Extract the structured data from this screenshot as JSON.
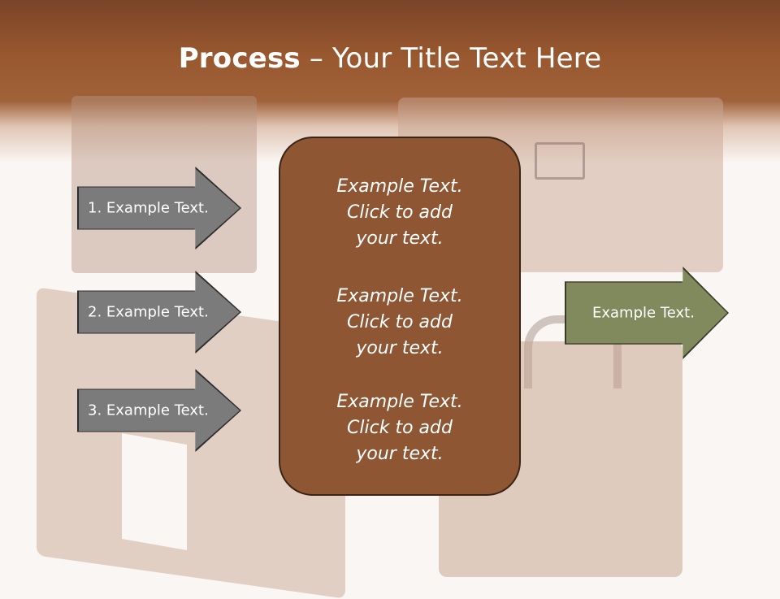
{
  "slide": {
    "title_bold": "Process",
    "title_rest": " – Your Title Text Here"
  },
  "process_steps": [
    {
      "label": "1. Example Text."
    },
    {
      "label": "2. Example Text."
    },
    {
      "label": "3. Example Text."
    }
  ],
  "output_step": {
    "label": "Example Text."
  },
  "center_box": {
    "paragraphs": [
      {
        "line1": "Example Text.",
        "line2": "Click  to add",
        "line3": "your text."
      },
      {
        "line1": "Example Text.",
        "line2": "Click  to add",
        "line3": "your text."
      },
      {
        "line1": "Example Text.",
        "line2": "Click  to add",
        "line3": "your text."
      }
    ]
  },
  "colors": {
    "header": "#99582f",
    "step_arrow": "#7b7b7b",
    "output_arrow": "#818a5c",
    "center_box": "#8f5634"
  }
}
